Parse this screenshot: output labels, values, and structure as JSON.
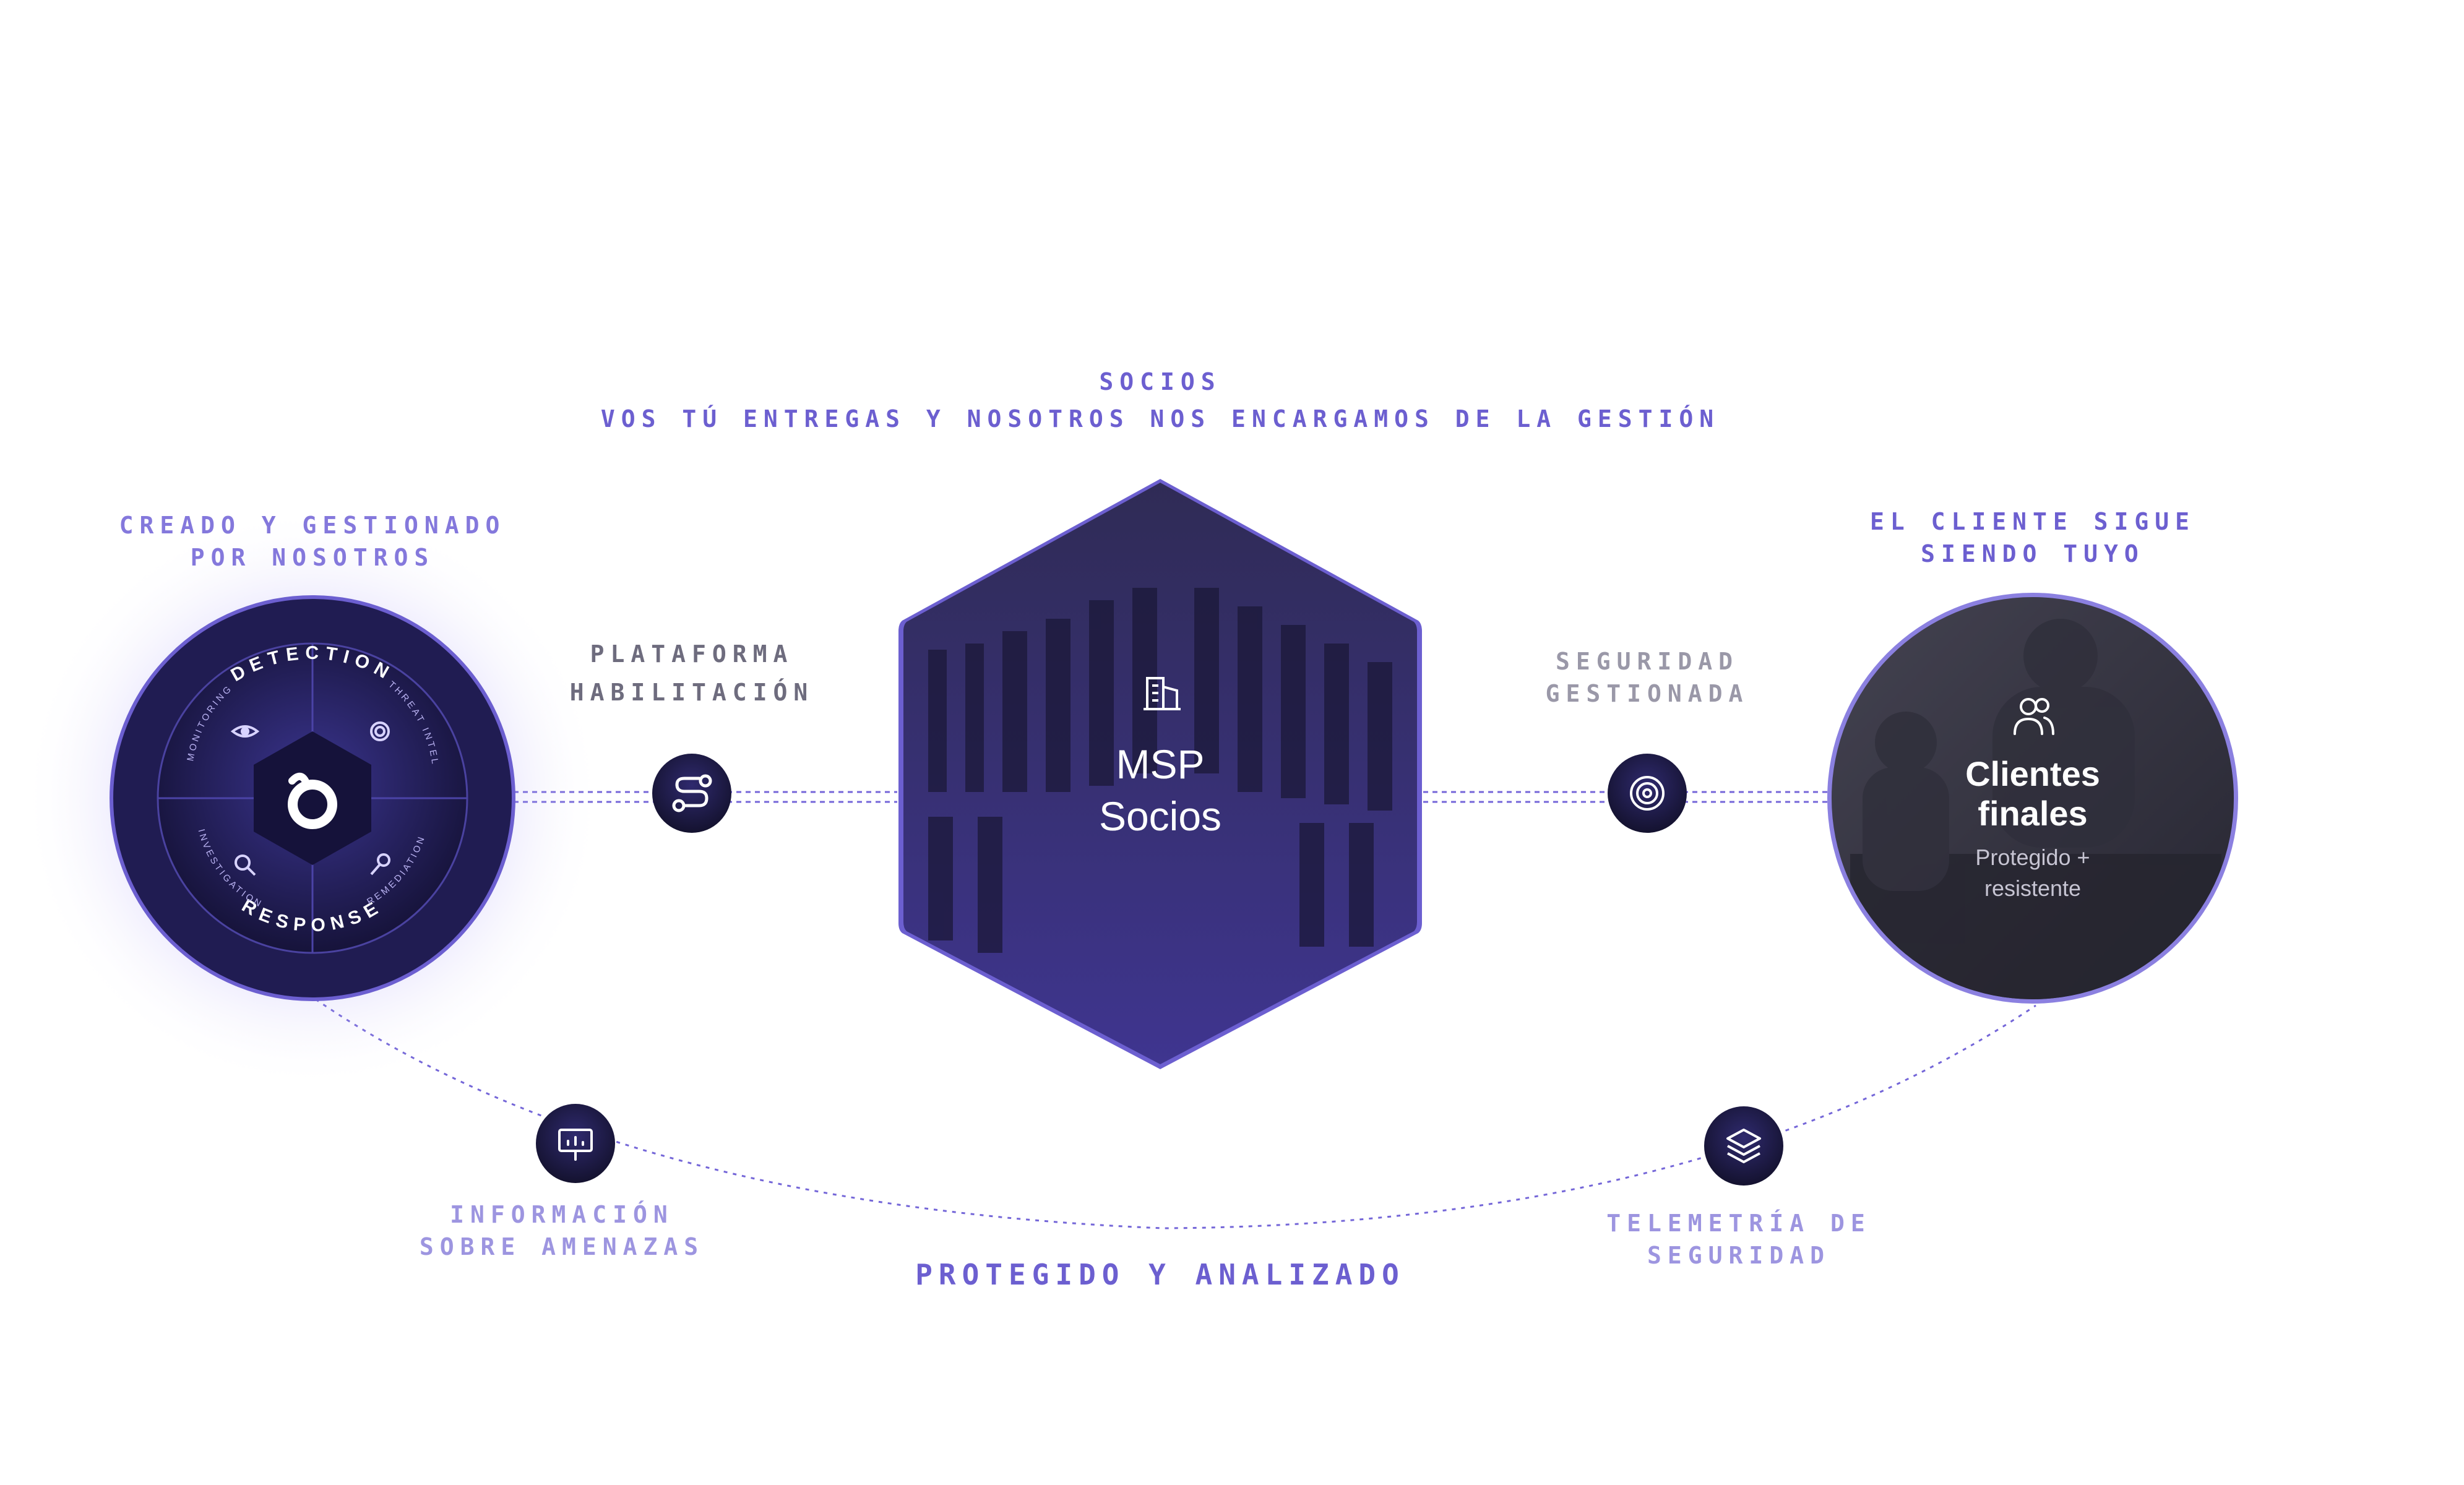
{
  "header": {
    "line1": "SOCIOS",
    "line2": "VOS TÚ ENTREGAS Y NOSOTROS NOS ENCARGAMOS DE LA GESTIÓN"
  },
  "left": {
    "caption_line1": "CREADO Y GESTIONADO",
    "caption_line2": "POR NOSOTROS",
    "ring_top": "DETECTION",
    "ring_bottom": "RESPONSE",
    "quadrants": [
      "MONITORING",
      "THREAT INTEL",
      "INVESTIGATION",
      "REMEDIATION"
    ],
    "quadrant_icons": [
      "eye-icon",
      "fingerprint-icon",
      "search-icon",
      "wrench-icon"
    ]
  },
  "platform": {
    "line1": "PLATAFORMA",
    "line2": "HABILITACIÓN",
    "icon": "route-icon"
  },
  "center": {
    "line1": "MSP",
    "line2": "Socios",
    "icon": "building-icon"
  },
  "managed": {
    "line1": "SEGURIDAD",
    "line2": "GESTIONADA",
    "icon": "fingerprint-icon"
  },
  "right": {
    "caption_line1": "EL CLIENTE SIGUE",
    "caption_line2": "SIENDO TUYO",
    "title_line1": "Clientes",
    "title_line2": "finales",
    "sub_line1": "Protegido +",
    "sub_line2": "resistente",
    "icon": "users-icon"
  },
  "threat_info": {
    "line1": "INFORMACIÓN",
    "line2": "SOBRE AMENAZAS",
    "icon": "presentation-chart-icon"
  },
  "telemetry": {
    "line1": "TELEMETRÍA DE",
    "line2": "SEGURIDAD",
    "icon": "layers-icon"
  },
  "footer": "PROTEGIDO Y ANALIZADO",
  "colors": {
    "accent": "#6c5fd0",
    "accent_light": "#9d95e0",
    "navy": "#1e1a4a",
    "text_gray": "#7c7a8c"
  }
}
